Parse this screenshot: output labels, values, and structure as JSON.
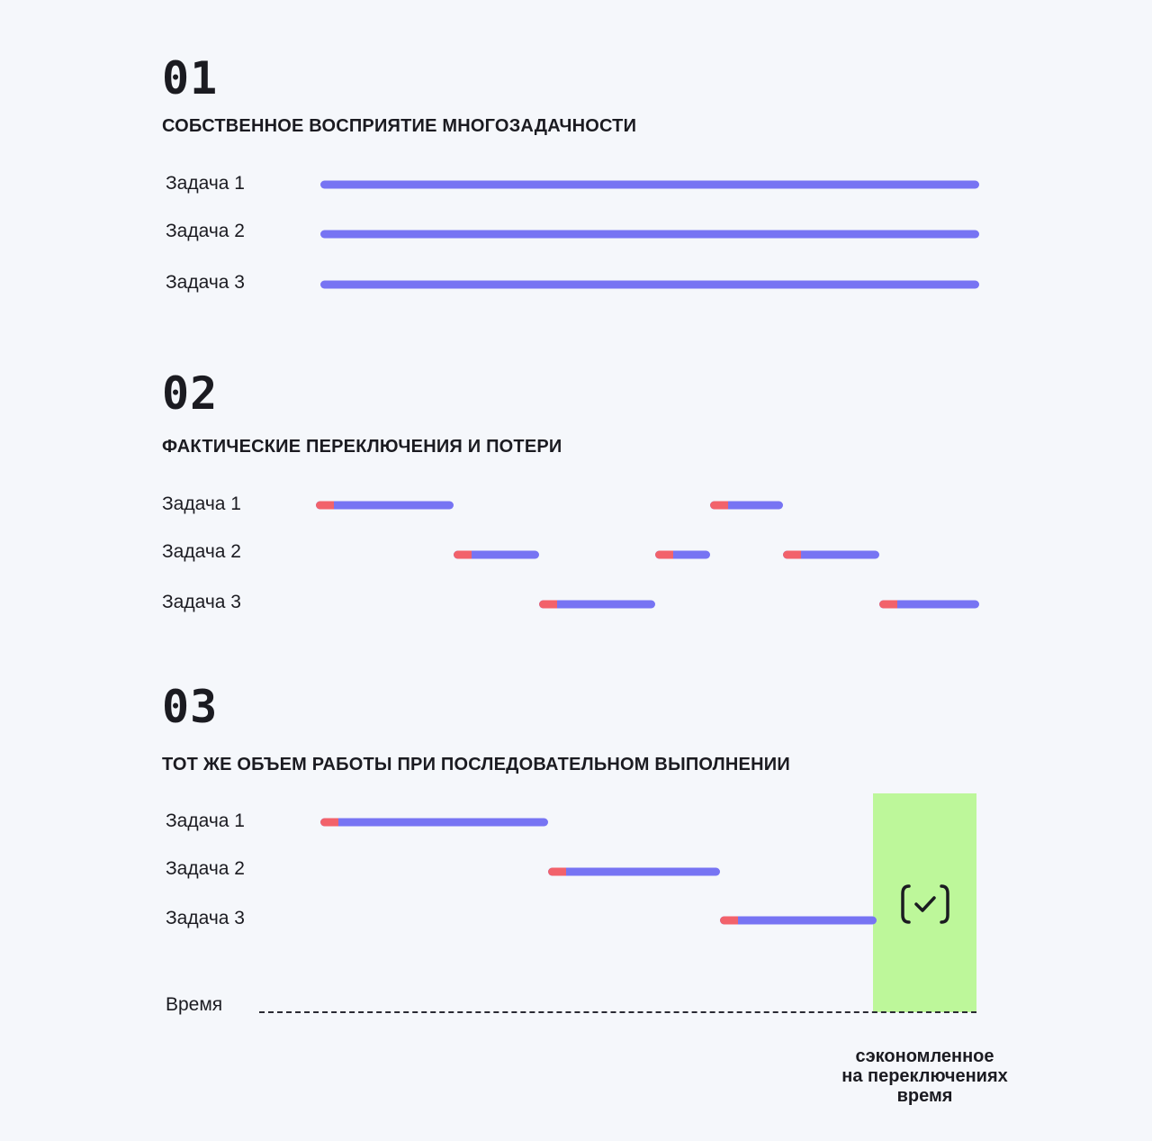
{
  "colors": {
    "work": "#7774f3",
    "switch": "#f2626b",
    "saved": "#bdf79a",
    "background": "#f5f7fb"
  },
  "sections": [
    {
      "number": "01",
      "title": "СОБСТВЕННОЕ ВОСПРИЯТИЕ МНОГОЗАДАЧНОСТИ",
      "tasks": [
        {
          "label": "Задача 1",
          "segments": [
            {
              "start": 0,
              "end": 100,
              "switch": false
            }
          ]
        },
        {
          "label": "Задача 2",
          "segments": [
            {
              "start": 0,
              "end": 100,
              "switch": false
            }
          ]
        },
        {
          "label": "Задача 3",
          "segments": [
            {
              "start": 0,
              "end": 100,
              "switch": false
            }
          ]
        }
      ]
    },
    {
      "number": "02",
      "title": "ФАКТИЧЕСКИЕ ПЕРЕКЛЮЧЕНИЯ И ПОТЕРИ",
      "tasks": [
        {
          "label": "Задача 1",
          "segments": [
            {
              "start": 0,
              "end": 20.7,
              "switch": true
            },
            {
              "start": 59.4,
              "end": 70.4,
              "switch": true
            }
          ]
        },
        {
          "label": "Задача 2",
          "segments": [
            {
              "start": 20.7,
              "end": 33.7,
              "switch": true
            },
            {
              "start": 51.2,
              "end": 59.4,
              "switch": true
            },
            {
              "start": 70.4,
              "end": 84.9,
              "switch": true
            }
          ]
        },
        {
          "label": "Задача 3",
          "segments": [
            {
              "start": 33.7,
              "end": 51.2,
              "switch": true
            },
            {
              "start": 84.9,
              "end": 100,
              "switch": true
            }
          ]
        }
      ]
    },
    {
      "number": "03",
      "title": "ТОТ ЖЕ ОБЪЕМ РАБОТЫ ПРИ ПОСЛЕДОВАТЕЛЬНОМ ВЫПОЛНЕНИИ",
      "tasks": [
        {
          "label": "Задача 1",
          "segments": [
            {
              "start": 0,
              "end": 34.6,
              "switch": true
            }
          ]
        },
        {
          "label": "Задача 2",
          "segments": [
            {
              "start": 34.6,
              "end": 60.6,
              "switch": true
            }
          ]
        },
        {
          "label": "Задача 3",
          "segments": [
            {
              "start": 60.6,
              "end": 84.4,
              "switch": true
            }
          ]
        }
      ]
    }
  ],
  "axis_label": "Время",
  "saved_label": [
    "сэкономленное",
    "на переключениях",
    "время"
  ],
  "saved_icon": "check-icon"
}
